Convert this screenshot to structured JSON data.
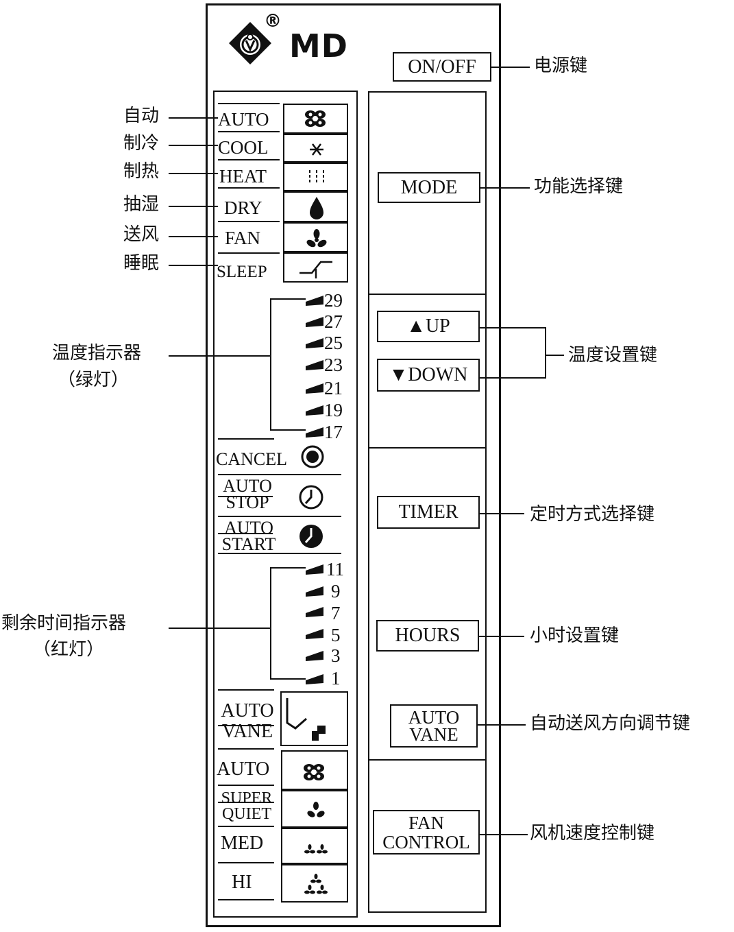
{
  "brand": {
    "name": "MD",
    "registered": "®"
  },
  "mode_labels": [
    "AUTO",
    "COOL",
    "HEAT",
    "DRY",
    "FAN",
    "SLEEP"
  ],
  "mode_icons": [
    "fan-blades-icon",
    "snowflake-icon",
    "heat-waves-icon",
    "water-drop-icon",
    "fan-icon",
    "sleep-curve-icon"
  ],
  "cn_left": {
    "auto": "自动",
    "cool": "制冷",
    "heat": "制热",
    "dry": "抽湿",
    "fan": "送风",
    "sleep": "睡眠",
    "temp_indicator_1": "温度指示器",
    "temp_indicator_2": "（绿灯）",
    "remaining_1": "剩余时间指示器",
    "remaining_2": "（红灯）"
  },
  "cn_right": {
    "power": "电源键",
    "mode": "功能选择键",
    "temp_set": "温度设置键",
    "timer": "定时方式选择键",
    "hours": "小时设置键",
    "auto_vane": "自动送风方向调节键",
    "fan_control": "风机速度控制键"
  },
  "temperatures": [
    "29",
    "27",
    "25",
    "23",
    "21",
    "19",
    "17"
  ],
  "hours_values": [
    "11",
    "9",
    "7",
    "5",
    "3",
    "1"
  ],
  "timer": {
    "cancel": "CANCEL",
    "auto_stop_1": "AUTO",
    "auto_stop_2": "STOP",
    "auto_start_1": "AUTO",
    "auto_start_2": "START"
  },
  "vane": {
    "line1": "AUTO",
    "line2": "VANE"
  },
  "fan_speeds": {
    "auto": "AUTO",
    "super_quiet_1": "SUPER",
    "super_quiet_2": "QUIET",
    "med": "MED",
    "hi": "HI"
  },
  "buttons": {
    "onoff": "ON/OFF",
    "mode": "MODE",
    "up": "▲UP",
    "down": "▼DOWN",
    "timer": "TIMER",
    "hours": "HOURS",
    "auto_vane_1": "AUTO",
    "auto_vane_2": "VANE",
    "fan_control_1": "FAN",
    "fan_control_2": "CONTROL"
  }
}
